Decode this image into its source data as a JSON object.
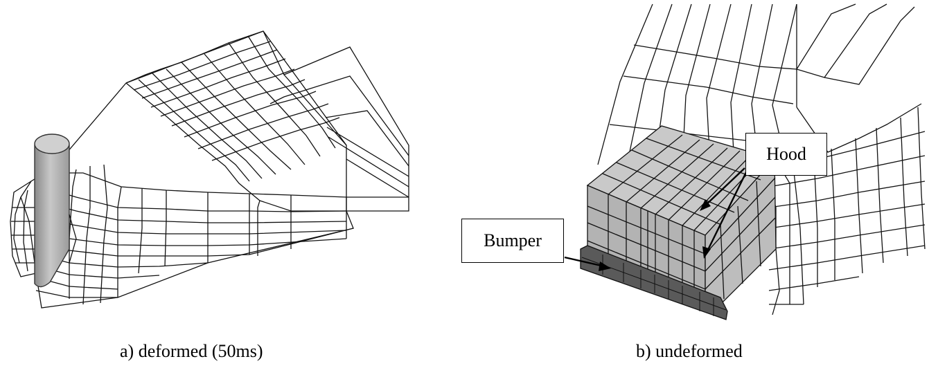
{
  "figure": {
    "left_panel": {
      "caption": "a) deformed (50ms)"
    },
    "right_panel": {
      "caption": "b) undeformed",
      "labels": {
        "hood": "Hood",
        "bumper": "Bumper"
      }
    }
  },
  "colors": {
    "line": "#111111",
    "pole": "#a8a8a8",
    "hood_fill": "#b3b3b3",
    "bumper_fill": "#5a5a5a"
  }
}
